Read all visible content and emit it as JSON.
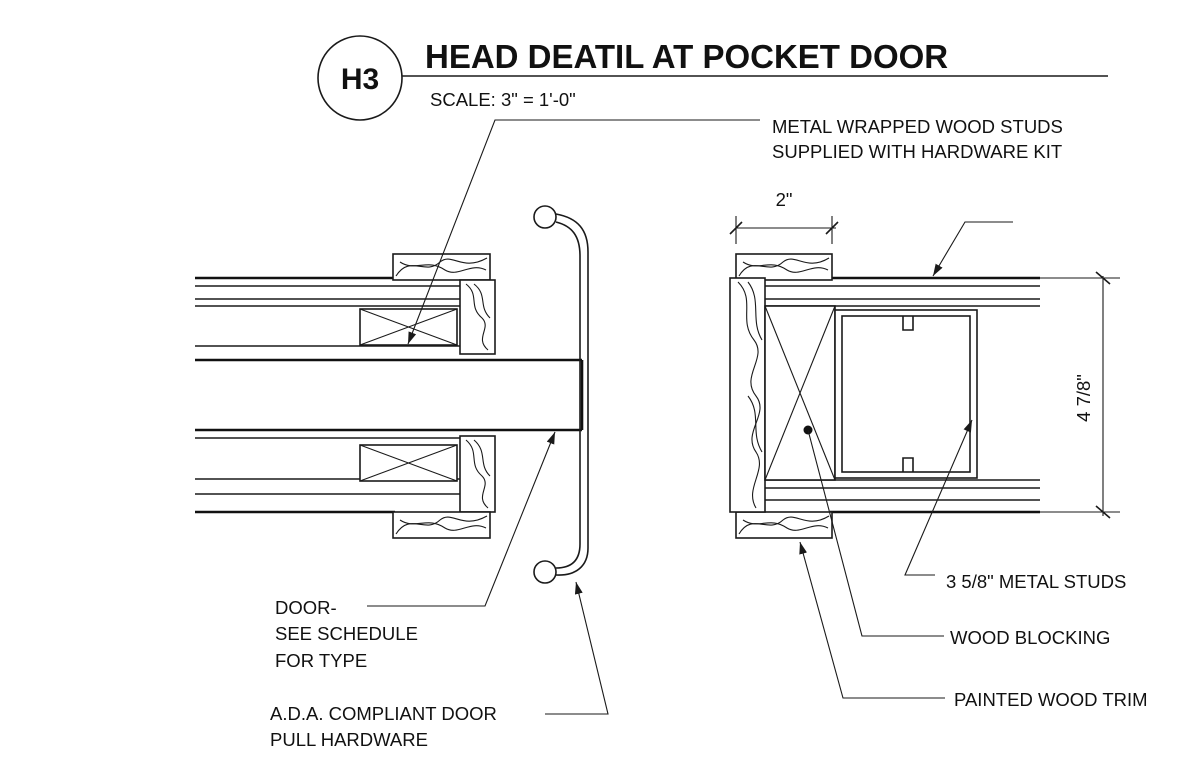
{
  "detail": {
    "tag": "H3",
    "title": "HEAD DEATIL AT POCKET DOOR",
    "scale": "SCALE: 3\" = 1'-0\""
  },
  "dimensions": {
    "trim_width": "2\"",
    "wall_thickness": "4 7/8\""
  },
  "labels": {
    "metal_studs_line1": "METAL WRAPPED WOOD STUDS",
    "metal_studs_line2": "SUPPLIED WITH HARDWARE KIT",
    "door_line1": "DOOR-",
    "door_line2": "SEE SCHEDULE",
    "door_line3": "FOR TYPE",
    "pull_line1": "A.D.A. COMPLIANT DOOR",
    "pull_line2": "PULL HARDWARE",
    "metal_stud": "3 5/8\" METAL STUDS",
    "wood_blocking": "WOOD BLOCKING",
    "painted_trim": "PAINTED WOOD TRIM"
  }
}
